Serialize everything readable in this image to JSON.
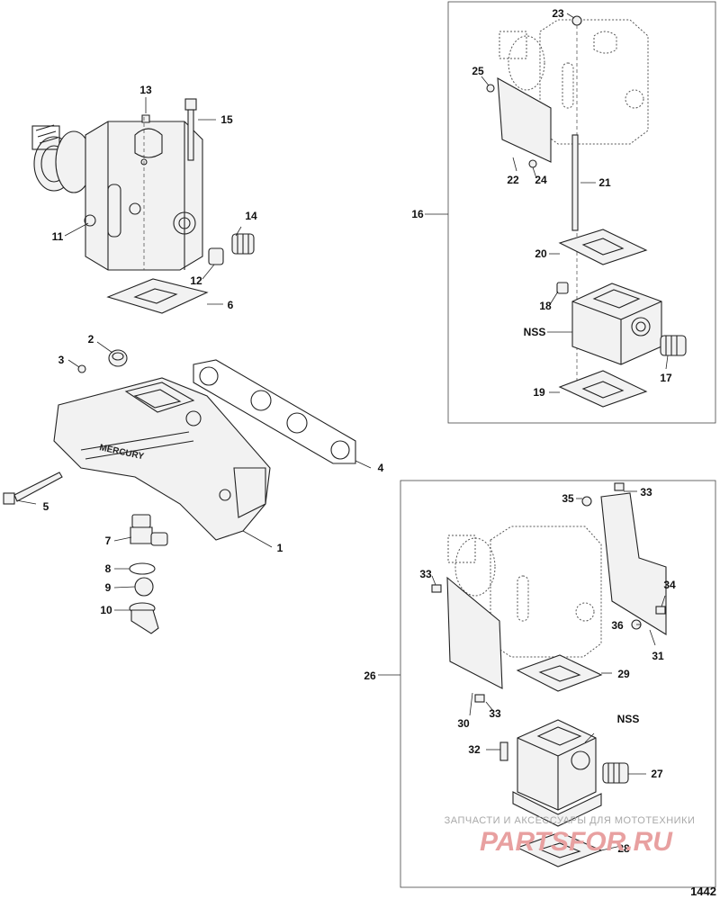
{
  "callouts": {
    "c1": "1",
    "c2": "2",
    "c3": "3",
    "c4": "4",
    "c5": "5",
    "c6": "6",
    "c7": "7",
    "c8": "8",
    "c9": "9",
    "c10": "10",
    "c11": "11",
    "c12": "12",
    "c13": "13",
    "c14": "14",
    "c15": "15",
    "c16": "16",
    "c17": "17",
    "c18": "18",
    "c19": "19",
    "c20": "20",
    "c21": "21",
    "c22": "22",
    "c23": "23",
    "c24": "24",
    "c25": "25",
    "c26": "26",
    "c27": "27",
    "c28": "28",
    "c29": "29",
    "c30": "30",
    "c31": "31",
    "c32": "32",
    "c33a": "33",
    "c33b": "33",
    "c33c": "33",
    "c34": "34",
    "c35": "35",
    "c36": "36",
    "nss_a": "NSS",
    "nss_b": "NSS"
  },
  "manifold_brand": "MERCURY",
  "watermark": {
    "line1": "ЗАПЧАСТИ И АКСЕССУАРЫ ДЛЯ МОТОТЕХНИКИ",
    "line2": "PARTSFOR.RU"
  },
  "page_number": "1442"
}
